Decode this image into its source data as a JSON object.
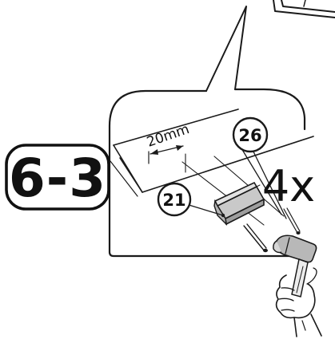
{
  "step": {
    "label": "6-3"
  },
  "dimension": {
    "label": "20mm"
  },
  "parts": [
    {
      "id": "21"
    },
    {
      "id": "26"
    }
  ],
  "quantity": {
    "label": "4x"
  },
  "colors": {
    "ink": "#1a1a1a",
    "background": "#ffffff"
  },
  "icons": {
    "tool": "hammer-icon",
    "part": "bracket-icon",
    "fastener": "nail-icon"
  }
}
